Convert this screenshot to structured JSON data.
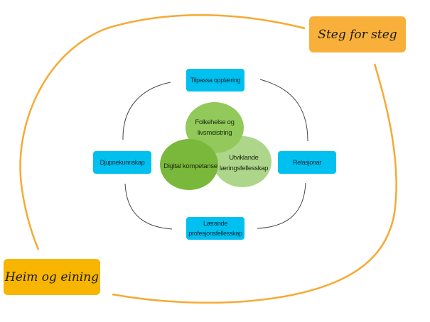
{
  "outer_labels": {
    "top_right": "Steg for steg",
    "bottom_left": "Heim og eining"
  },
  "pillars": {
    "top": [
      "Tilpassa opplæring"
    ],
    "left": [
      "Djupnekunnskap"
    ],
    "right": [
      "Relasjonar"
    ],
    "bottom": [
      "Lærande",
      "profesjonsfellesskap"
    ]
  },
  "core_circles": {
    "top": [
      "Folkehelse og",
      "livsmeistring"
    ],
    "left": [
      "Digital kompetanse"
    ],
    "right": [
      "Utviklande",
      "læringsfellesskap"
    ]
  },
  "colors": {
    "orange_box_top": "#F9B03A",
    "orange_box_bottom": "#F7B500",
    "orange_arc": "#F7A933",
    "blue_box": "#00C0F0",
    "circle_dark": "#7AB83C",
    "circle_mid": "#92C95A",
    "circle_light": "#ADD68A",
    "connector": "#444444"
  }
}
